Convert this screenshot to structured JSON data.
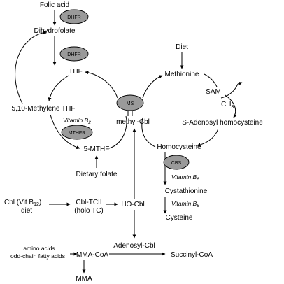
{
  "colors": {
    "enzyme_fill": "#9a9a9a",
    "stroke": "#000000",
    "background": "#ffffff"
  },
  "nodes": {
    "folic_acid": "Folic acid",
    "dihydrofolate": "Dihydrofolate",
    "thf": "THF",
    "methylene_thf": "5,10-Methylene THF",
    "methyl_cbl": "methyl-Cbl",
    "mthf": "5-MTHF",
    "dietary_folate": "Dietary folate",
    "diet": "Diet",
    "methionine": "Methionine",
    "sam": "SAM",
    "ch3": "CH",
    "ch3_sub": "3",
    "sah": "S-Adenosyl homocysteine",
    "homocysteine": "Homocysteine",
    "cystathionine": "Cystathionine",
    "cysteine": "Cysteine",
    "cbl_diet": "Cbl (Vit B",
    "cbl_diet_sub": "12",
    "cbl_diet_close": ")",
    "diet2": "diet",
    "cbl_tcii": "Cbl-TCII",
    "holo_tc": "(holo TC)",
    "ho_cbl": "HO-Cbl",
    "adenosyl_cbl": "Adenosyl-Cbl",
    "amino_acids": "amino acids",
    "odd_chain": "odd-chain fatty acids",
    "mma_coa": "MMA-CoA",
    "succinyl_coa": "Succinyl-CoA",
    "mma": "MMA"
  },
  "enzymes": {
    "dhfr1": "DHFR",
    "dhfr2": "DHFR",
    "ms": "MS",
    "mthfr": "MTHFR",
    "cbs": "CBS"
  },
  "cofactors": {
    "vit_b2": "Vitamin B",
    "vit_b2_sub": "2",
    "vit_b6a": "Vitamin B",
    "vit_b6a_sub": "6",
    "vit_b6b": "Vitamin B",
    "vit_b6b_sub": "6"
  }
}
